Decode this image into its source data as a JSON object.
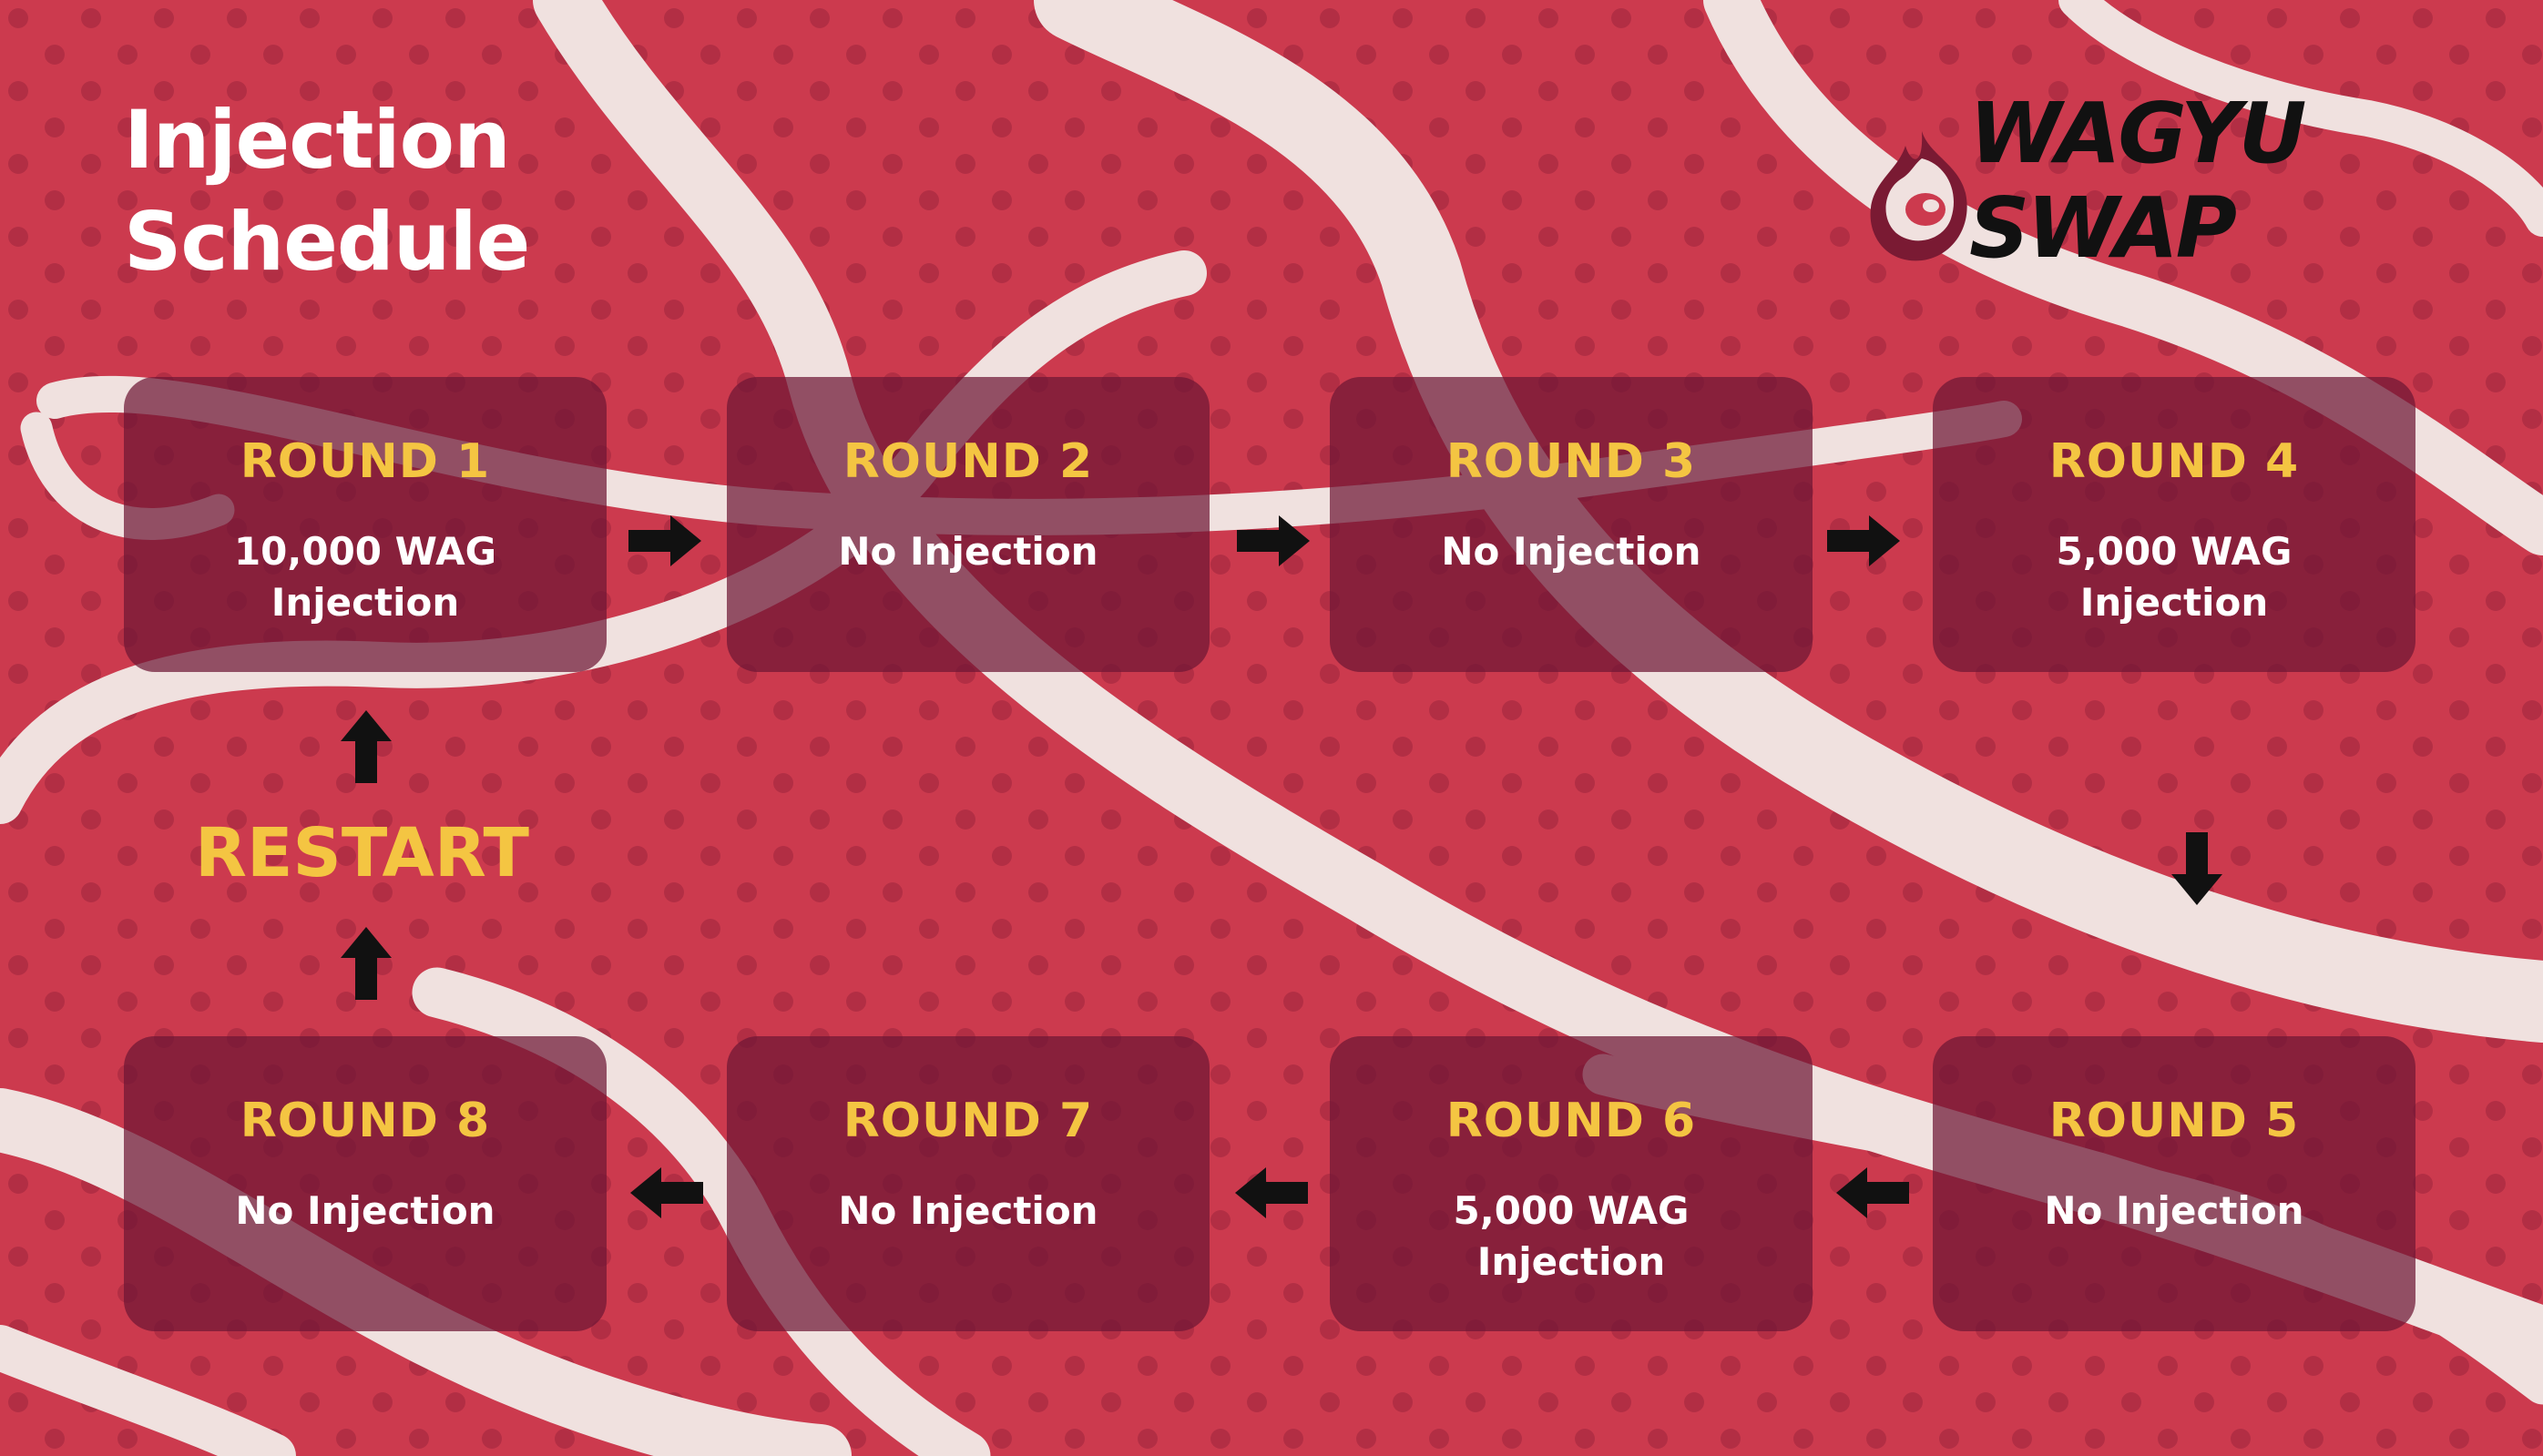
{
  "title_lines": [
    "Injection",
    "Schedule"
  ],
  "brand": {
    "line1": "WAGYU",
    "line2": "SWAP"
  },
  "restart_label": "RESTART",
  "rounds": [
    {
      "label": "ROUND 1",
      "desc": [
        "10,000 WAG",
        "Injection"
      ]
    },
    {
      "label": "ROUND 2",
      "desc": [
        "No Injection"
      ]
    },
    {
      "label": "ROUND 3",
      "desc": [
        "No Injection"
      ]
    },
    {
      "label": "ROUND 4",
      "desc": [
        "5,000 WAG",
        "Injection"
      ]
    },
    {
      "label": "ROUND 5",
      "desc": [
        "No Injection"
      ]
    },
    {
      "label": "ROUND 6",
      "desc": [
        "5,000 WAG",
        "Injection"
      ]
    },
    {
      "label": "ROUND 7",
      "desc": [
        "No Injection"
      ]
    },
    {
      "label": "ROUND 8",
      "desc": [
        "No Injection"
      ]
    }
  ],
  "colors": {
    "background": "#cc3a4e",
    "dots": "#b22e44",
    "marbling": "#f0e1df",
    "box": "#6e1634",
    "round_label": "#f4c542",
    "text": "#ffffff",
    "arrow": "#111111"
  }
}
